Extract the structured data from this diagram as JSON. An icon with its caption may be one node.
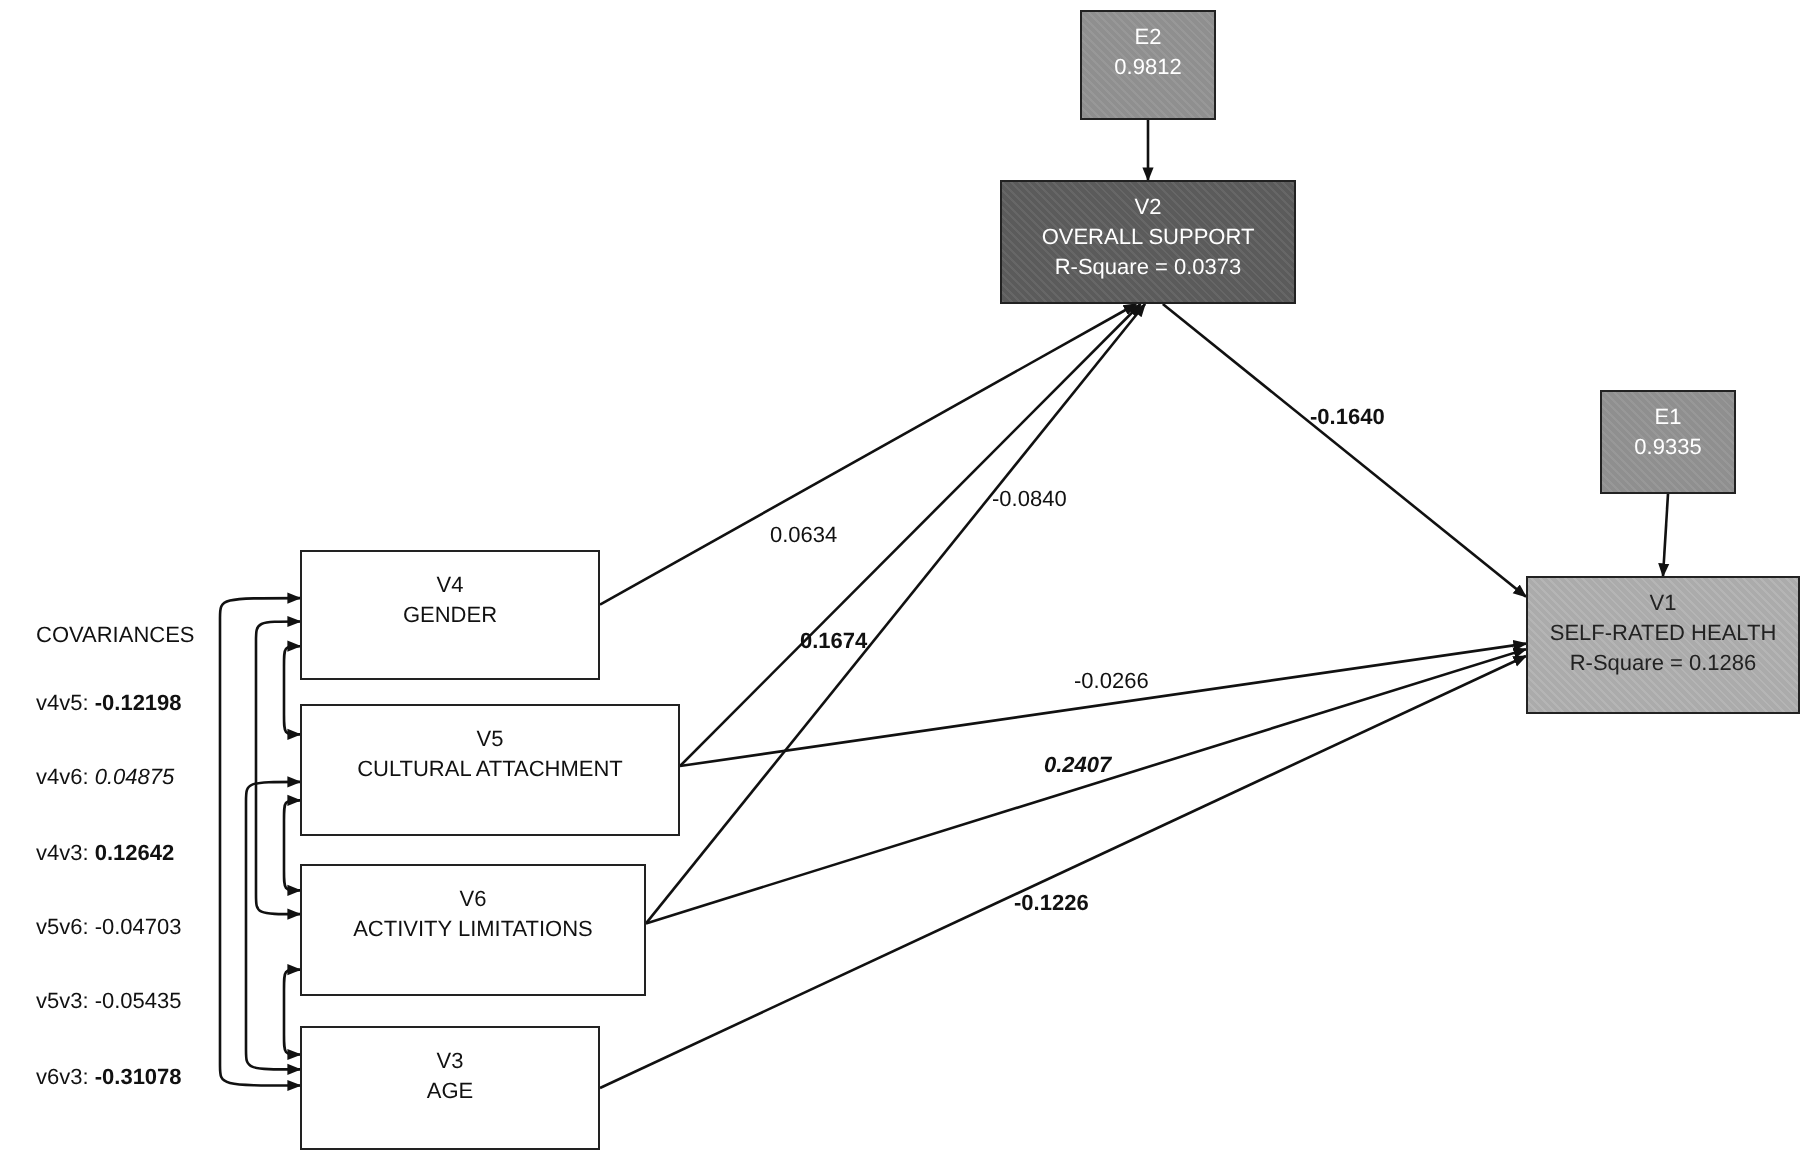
{
  "diagram": {
    "nodes": [
      {
        "text": [
          "E2",
          "0.9812"
        ]
      },
      {
        "text": [
          "V2",
          "OVERALL SUPPORT",
          "R-Square = 0.0373"
        ]
      },
      {
        "text": [
          "E1",
          "0.9335"
        ]
      },
      {
        "text": [
          "V1",
          "SELF-RATED HEALTH",
          "R-Square = 0.1286"
        ]
      },
      {
        "text": [
          "V4",
          "GENDER"
        ]
      },
      {
        "text": [
          "V5",
          "CULTURAL ATTACHMENT"
        ]
      },
      {
        "text": [
          "V6",
          "ACTIVITY LIMITATIONS"
        ]
      },
      {
        "text": [
          "V3",
          "AGE"
        ]
      }
    ],
    "edges": [
      {
        "from": 0,
        "to": 1,
        "arrow": "to"
      },
      {
        "from": 2,
        "to": 3,
        "arrow": "to"
      },
      {
        "from": 1,
        "to": 3,
        "arrow": "to",
        "label": "-0.1640"
      },
      {
        "from": 4,
        "to": 1,
        "arrow": "to",
        "label": "0.0634"
      },
      {
        "from": 5,
        "to": 1,
        "arrow": "to",
        "label": "0.1674"
      },
      {
        "from": 6,
        "to": 1,
        "arrow": "to",
        "label": "-0.0840"
      },
      {
        "from": 5,
        "to": 3,
        "arrow": "to",
        "label": "-0.0266"
      },
      {
        "from": 6,
        "to": 3,
        "arrow": "to",
        "label": "0.2407"
      },
      {
        "from": 7,
        "to": 3,
        "arrow": "to",
        "label": "-0.1226"
      },
      {
        "from": 4,
        "to": 5,
        "arrow": "both"
      },
      {
        "from": 4,
        "to": 6,
        "arrow": "both"
      },
      {
        "from": 4,
        "to": 7,
        "arrow": "both"
      },
      {
        "from": 5,
        "to": 6,
        "arrow": "both"
      },
      {
        "from": 5,
        "to": 7,
        "arrow": "both"
      },
      {
        "from": 6,
        "to": 7,
        "arrow": "both"
      }
    ],
    "labels": [
      "COVARIANCES",
      "v4v5: **-0.12198**",
      "v4v6: *0.04875*",
      "v4v3: **0.12642**",
      "v5v6: -0.04703",
      "v5v3: -0.05435",
      "v6v3: **-0.31078**"
    ]
  }
}
